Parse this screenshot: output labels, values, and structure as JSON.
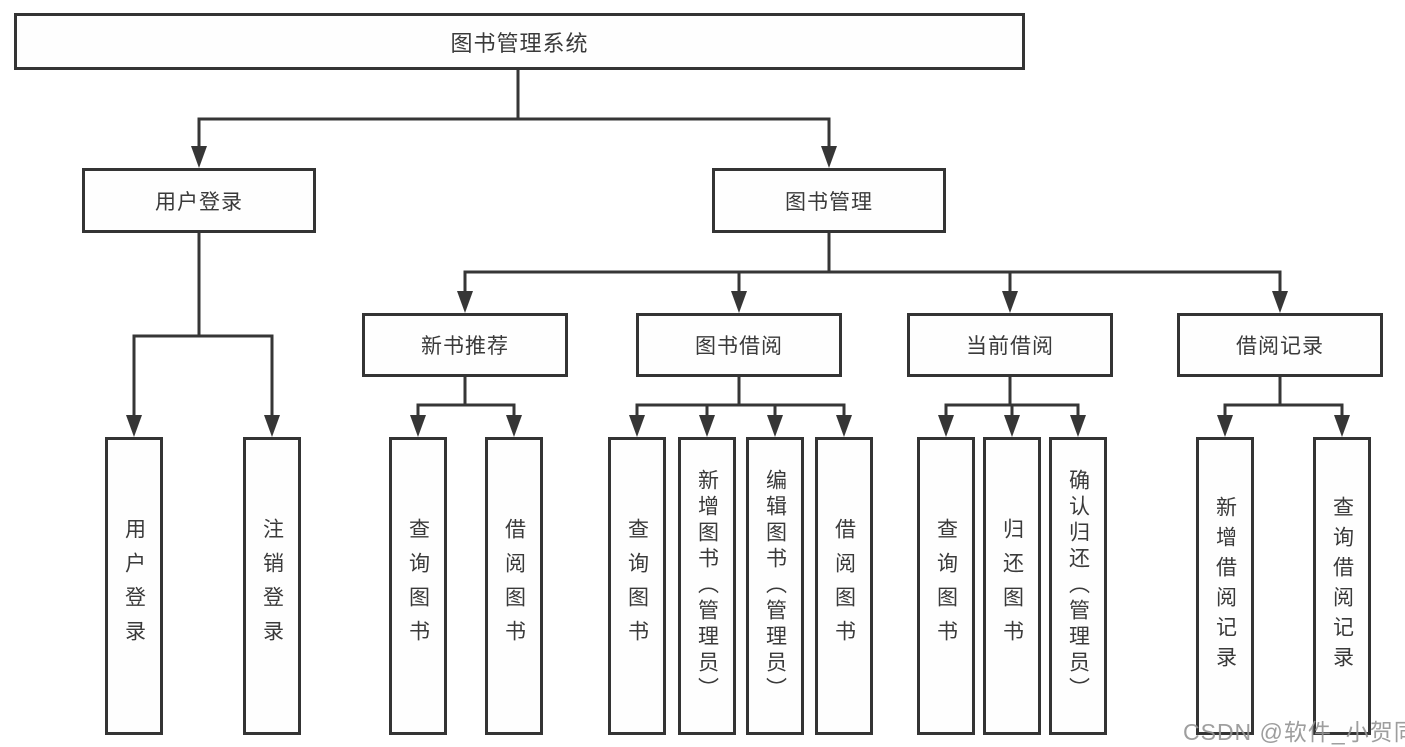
{
  "diagram": {
    "root": {
      "label": "图书管理系统"
    },
    "level2": [
      {
        "label": "用户登录"
      },
      {
        "label": "图书管理"
      }
    ],
    "level3": [
      {
        "label": "新书推荐"
      },
      {
        "label": "图书借阅"
      },
      {
        "label": "当前借阅"
      },
      {
        "label": "借阅记录"
      }
    ],
    "leaves": {
      "user_login": [
        {
          "label": "用户登录"
        },
        {
          "label": "注销登录"
        }
      ],
      "new_books": [
        {
          "label": "查询图书"
        },
        {
          "label": "借阅图书"
        }
      ],
      "book_borrow": [
        {
          "label": "查询图书"
        },
        {
          "label": "新增图书（管理员）"
        },
        {
          "label": "编辑图书（管理员）"
        },
        {
          "label": "借阅图书"
        }
      ],
      "current_borrow": [
        {
          "label": "查询图书"
        },
        {
          "label": "归还图书"
        },
        {
          "label": "确认归还（管理员）"
        }
      ],
      "borrow_records": [
        {
          "label": "新增借阅记录"
        },
        {
          "label": "查询借阅记录"
        }
      ]
    }
  },
  "watermark": {
    "text": "CSDN @软件_小贺同学"
  },
  "colors": {
    "background": "#ffffff",
    "box_border": "#343434",
    "line": "#363636",
    "text": "#3a3a3a",
    "watermark": "#949494"
  }
}
